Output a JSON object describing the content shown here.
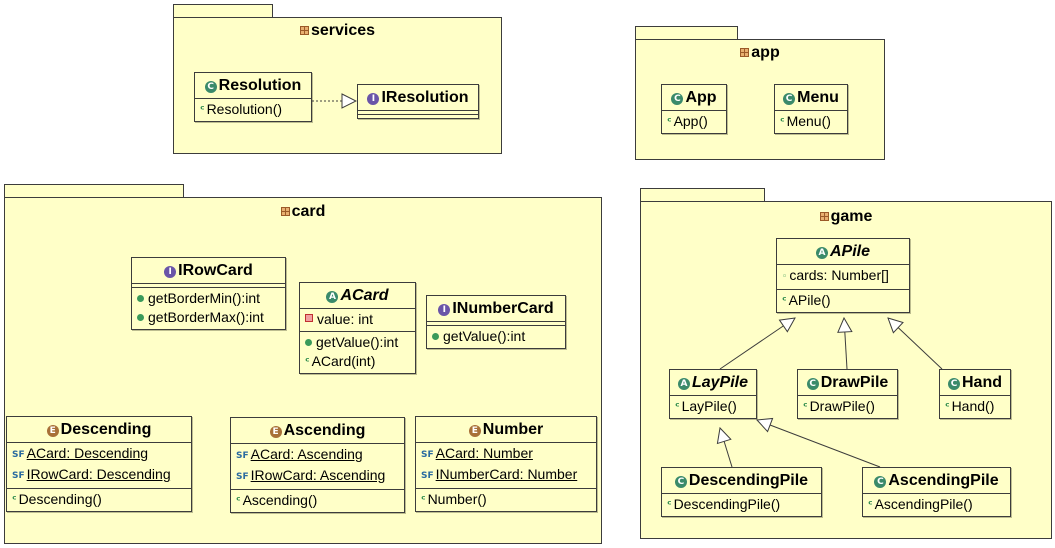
{
  "packages": {
    "services": {
      "name": "services",
      "classes": {
        "resolution": {
          "name": "Resolution",
          "stereotype": "C",
          "methods": [
            "Resolution()"
          ]
        },
        "iresolution": {
          "name": "IResolution",
          "stereotype": "I"
        }
      }
    },
    "app": {
      "name": "app",
      "classes": {
        "app": {
          "name": "App",
          "stereotype": "C",
          "methods": [
            "App()"
          ]
        },
        "menu": {
          "name": "Menu",
          "stereotype": "C",
          "methods": [
            "Menu()"
          ]
        }
      }
    },
    "card": {
      "name": "card",
      "classes": {
        "irowcard": {
          "name": "IRowCard",
          "stereotype": "I",
          "methods": [
            "getBorderMin():int",
            "getBorderMax():int"
          ]
        },
        "acard": {
          "name": "ACard",
          "stereotype": "A",
          "fields": [
            "value: int"
          ],
          "methods": [
            "getValue():int",
            "ACard(int)"
          ]
        },
        "inumbercard": {
          "name": "INumberCard",
          "stereotype": "I",
          "methods": [
            "getValue():int"
          ]
        },
        "descending": {
          "name": "Descending",
          "stereotype": "E",
          "fields": [
            "ACard: Descending",
            "IRowCard: Descending"
          ],
          "methods": [
            "Descending()"
          ]
        },
        "ascending": {
          "name": "Ascending",
          "stereotype": "E",
          "fields": [
            "ACard: Ascending",
            "IRowCard: Ascending"
          ],
          "methods": [
            "Ascending()"
          ]
        },
        "number": {
          "name": "Number",
          "stereotype": "E",
          "fields": [
            "ACard: Number",
            "INumberCard: Number"
          ],
          "methods": [
            "Number()"
          ]
        }
      }
    },
    "game": {
      "name": "game",
      "classes": {
        "apile": {
          "name": "APile",
          "stereotype": "A",
          "fields": [
            "cards: Number[]"
          ],
          "methods": [
            "APile()"
          ]
        },
        "laypile": {
          "name": "LayPile",
          "stereotype": "A",
          "methods": [
            "LayPile()"
          ]
        },
        "drawpile": {
          "name": "DrawPile",
          "stereotype": "C",
          "methods": [
            "DrawPile()"
          ]
        },
        "hand": {
          "name": "Hand",
          "stereotype": "C",
          "methods": [
            "Hand()"
          ]
        },
        "descendingpile": {
          "name": "DescendingPile",
          "stereotype": "C",
          "methods": [
            "DescendingPile()"
          ]
        },
        "ascendingpile": {
          "name": "AscendingPile",
          "stereotype": "C",
          "methods": [
            "AscendingPile()"
          ]
        }
      }
    }
  },
  "colors": {
    "package_fill": "#ffffc8",
    "border": "#3c3c3c",
    "class_icon": "#3a8a6a",
    "interface_icon": "#6a55a8",
    "enum_icon": "#a87038"
  },
  "icons": {
    "package": "package-icon",
    "class": "class-stereotype-icon",
    "interface": "interface-stereotype-icon",
    "enum": "enum-stereotype-icon",
    "constructor": "constructor-icon",
    "public": "public-icon",
    "private": "private-icon",
    "static_final": "static-final-icon"
  }
}
